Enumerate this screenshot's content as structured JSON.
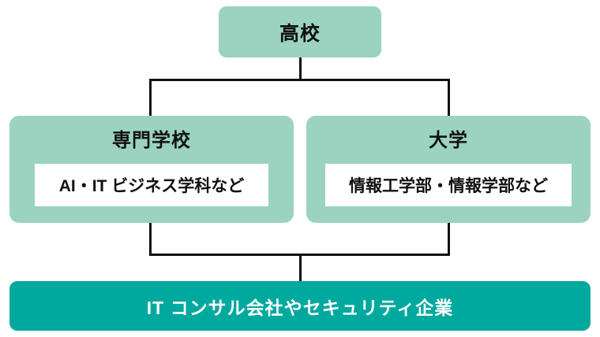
{
  "diagram": {
    "title_hint": "education-to-career flowchart",
    "top_box": {
      "label": "高校"
    },
    "left_box": {
      "title": "専門学校",
      "detail": "AI・IT ビジネス学科など"
    },
    "right_box": {
      "title": "大学",
      "detail": "情報工学部・情報学部など"
    },
    "bottom_box": {
      "label": "IT コンサル会社やセキュリティ企業"
    },
    "colors": {
      "mint": "#9bd3c0",
      "teal": "#00a99d",
      "line": "#111111",
      "inner_bg": "#ffffff",
      "text_dark": "#111111",
      "text_light": "#ffffff"
    }
  }
}
